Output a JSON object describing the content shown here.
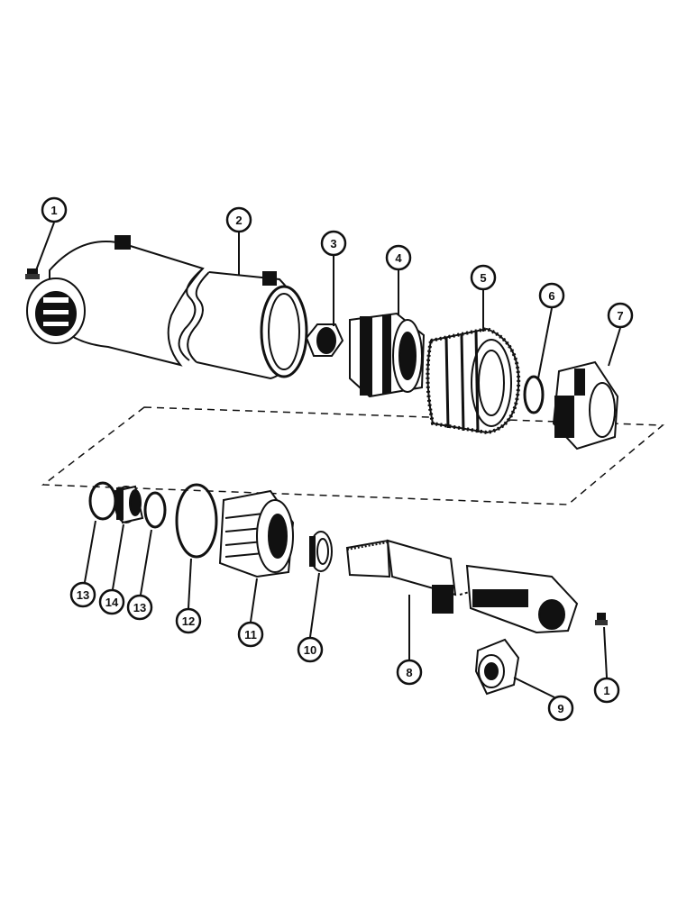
{
  "callouts": [
    {
      "id": "c1a",
      "label": "1"
    },
    {
      "id": "c2",
      "label": "2"
    },
    {
      "id": "c3",
      "label": "3"
    },
    {
      "id": "c4",
      "label": "4"
    },
    {
      "id": "c5",
      "label": "5"
    },
    {
      "id": "c6",
      "label": "6"
    },
    {
      "id": "c7",
      "label": "7"
    },
    {
      "id": "c13a",
      "label": "13"
    },
    {
      "id": "c14",
      "label": "14"
    },
    {
      "id": "c13b",
      "label": "13"
    },
    {
      "id": "c12",
      "label": "12"
    },
    {
      "id": "c11",
      "label": "11"
    },
    {
      "id": "c10",
      "label": "10"
    },
    {
      "id": "c8",
      "label": "8"
    },
    {
      "id": "c9",
      "label": "9"
    },
    {
      "id": "c1b",
      "label": "1"
    }
  ]
}
